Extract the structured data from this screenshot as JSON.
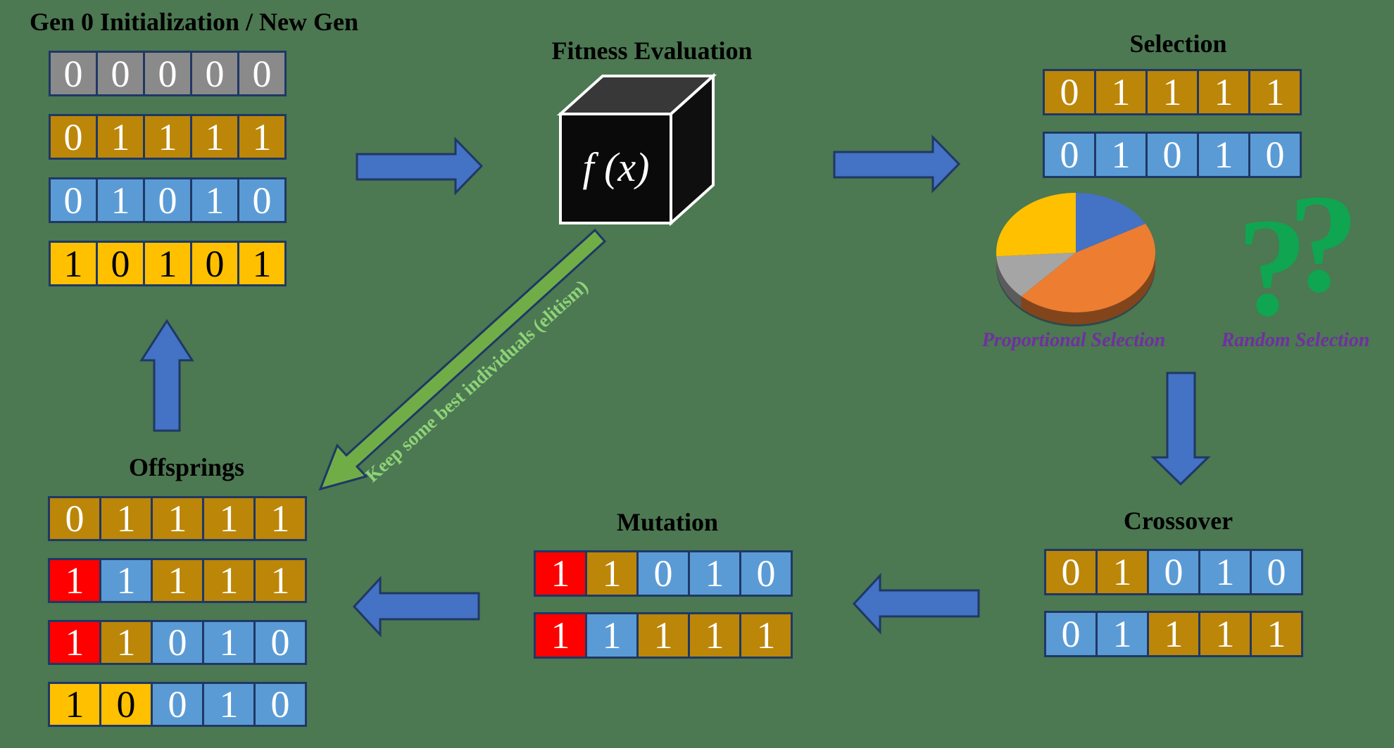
{
  "background": "#4C7852",
  "palette": {
    "gray": {
      "bg": "#8A8A8A",
      "fg": "#FFFFFF"
    },
    "gold": {
      "bg": "#BC8608",
      "fg": "#FFFFFF"
    },
    "blue": {
      "bg": "#5B9BD5",
      "fg": "#FFFFFF"
    },
    "yellow": {
      "bg": "#FFC000",
      "fg": "#000000"
    },
    "red": {
      "bg": "#FF0000",
      "fg": "#FFFFFF"
    },
    "cell_border": "#1F3864"
  },
  "arrow_style": {
    "fill": "#4472C4",
    "stroke": "#1F3864"
  },
  "blocks": {
    "gen0": {
      "title": "Gen 0 Initialization / New Gen",
      "rows": [
        [
          [
            "0",
            "gray"
          ],
          [
            "0",
            "gray"
          ],
          [
            "0",
            "gray"
          ],
          [
            "0",
            "gray"
          ],
          [
            "0",
            "gray"
          ]
        ],
        [
          [
            "0",
            "gold"
          ],
          [
            "1",
            "gold"
          ],
          [
            "1",
            "gold"
          ],
          [
            "1",
            "gold"
          ],
          [
            "1",
            "gold"
          ]
        ],
        [
          [
            "0",
            "blue"
          ],
          [
            "1",
            "blue"
          ],
          [
            "0",
            "blue"
          ],
          [
            "1",
            "blue"
          ],
          [
            "0",
            "blue"
          ]
        ],
        [
          [
            "1",
            "yellow"
          ],
          [
            "0",
            "yellow"
          ],
          [
            "1",
            "yellow"
          ],
          [
            "0",
            "yellow"
          ],
          [
            "1",
            "yellow"
          ]
        ]
      ]
    },
    "fitness": {
      "title": "Fitness Evaluation",
      "cube_label": "f (x)"
    },
    "selection": {
      "title": "Selection",
      "rows": [
        [
          [
            "0",
            "gold"
          ],
          [
            "1",
            "gold"
          ],
          [
            "1",
            "gold"
          ],
          [
            "1",
            "gold"
          ],
          [
            "1",
            "gold"
          ]
        ],
        [
          [
            "0",
            "blue"
          ],
          [
            "1",
            "blue"
          ],
          [
            "0",
            "blue"
          ],
          [
            "1",
            "blue"
          ],
          [
            "0",
            "blue"
          ]
        ]
      ],
      "proportional_label": "Proportional Selection",
      "random_label": "Random Selection",
      "question_marks": [
        "?",
        "?"
      ],
      "question_mark_color": "#0FA551",
      "pie": {
        "type": "pie",
        "depth3d": true,
        "slices": [
          {
            "name": "blue",
            "value": 17,
            "color": "#4472C4"
          },
          {
            "name": "orange",
            "value": 45,
            "color": "#ED7D31"
          },
          {
            "name": "gray",
            "value": 12,
            "color": "#A5A5A5"
          },
          {
            "name": "yellow",
            "value": 26,
            "color": "#FFC000"
          }
        ]
      }
    },
    "crossover": {
      "title": "Crossover",
      "rows": [
        [
          [
            "0",
            "gold"
          ],
          [
            "1",
            "gold"
          ],
          [
            "0",
            "blue"
          ],
          [
            "1",
            "blue"
          ],
          [
            "0",
            "blue"
          ]
        ],
        [
          [
            "0",
            "blue"
          ],
          [
            "1",
            "blue"
          ],
          [
            "1",
            "gold"
          ],
          [
            "1",
            "gold"
          ],
          [
            "1",
            "gold"
          ]
        ]
      ]
    },
    "mutation": {
      "title": "Mutation",
      "rows": [
        [
          [
            "1",
            "red"
          ],
          [
            "1",
            "gold"
          ],
          [
            "0",
            "blue"
          ],
          [
            "1",
            "blue"
          ],
          [
            "0",
            "blue"
          ]
        ],
        [
          [
            "1",
            "red"
          ],
          [
            "1",
            "blue"
          ],
          [
            "1",
            "gold"
          ],
          [
            "1",
            "gold"
          ],
          [
            "1",
            "gold"
          ]
        ]
      ]
    },
    "offsprings": {
      "title": "Offsprings",
      "rows": [
        [
          [
            "0",
            "gold"
          ],
          [
            "1",
            "gold"
          ],
          [
            "1",
            "gold"
          ],
          [
            "1",
            "gold"
          ],
          [
            "1",
            "gold"
          ]
        ],
        [
          [
            "1",
            "red"
          ],
          [
            "1",
            "blue"
          ],
          [
            "1",
            "gold"
          ],
          [
            "1",
            "gold"
          ],
          [
            "1",
            "gold"
          ]
        ],
        [
          [
            "1",
            "red"
          ],
          [
            "1",
            "gold"
          ],
          [
            "0",
            "blue"
          ],
          [
            "1",
            "blue"
          ],
          [
            "0",
            "blue"
          ]
        ],
        [
          [
            "1",
            "yellow"
          ],
          [
            "0",
            "yellow"
          ],
          [
            "0",
            "blue"
          ],
          [
            "1",
            "blue"
          ],
          [
            "0",
            "blue"
          ]
        ]
      ]
    }
  },
  "elitism": {
    "label": "Keep some best individuals (elitism)",
    "arrow_fill": "#70AD47",
    "text_color": "#8FD377"
  }
}
